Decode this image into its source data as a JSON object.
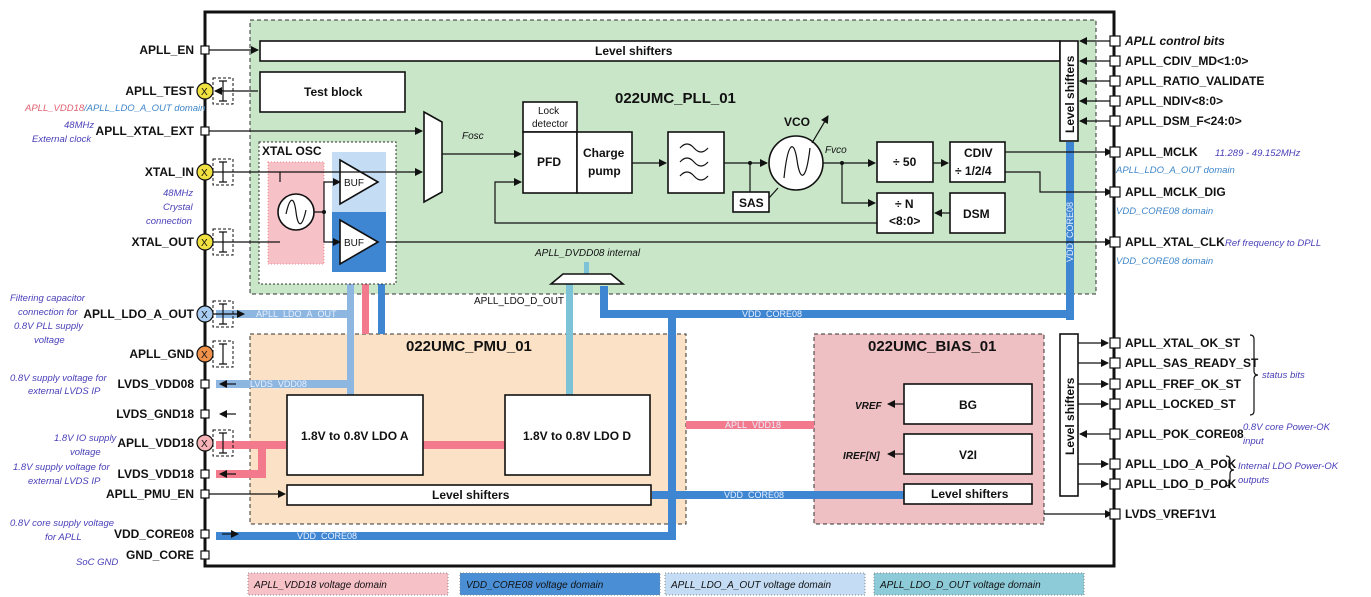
{
  "blocks": {
    "pll": {
      "title": "022UMC_PLL_01",
      "level_shifters": "Level shifters",
      "test_block": "Test block",
      "xtal_osc": "XTAL OSC",
      "buf": "BUF",
      "lock_detector_1": "Lock",
      "lock_detector_2": "detector",
      "pfd": "PFD",
      "charge_pump_1": "Charge",
      "charge_pump_2": "pump",
      "vco": "VCO",
      "sas": "SAS",
      "div50": "÷ 50",
      "cdiv_1": "CDIV",
      "cdiv_2": "÷ 1/2/4",
      "divn_1": "÷ N",
      "divn_2": "<8:0>",
      "dsm": "DSM",
      "fosc": "Fosc",
      "fvco": "Fvco",
      "dvdd_internal": "APLL_DVDD08 internal",
      "ldo_d_out": "APLL_LDO_D_OUT"
    },
    "pmu": {
      "title": "022UMC_PMU_01",
      "ldo_a": "1.8V to 0.8V LDO A",
      "ldo_d": "1.8V to 0.8V LDO D",
      "level_shifters": "Level shifters"
    },
    "bias": {
      "title": "022UMC_BIAS_01",
      "bg": "BG",
      "v2i": "V2I",
      "vref": "VREF",
      "iref": "IREF[N]",
      "level_shifters": "Level shifters"
    },
    "right_level_shifters": "Level shifters"
  },
  "buses": {
    "ldo_a_out": "APLL_LDO_A_OUT",
    "lvds_vdd08": "LVDS_VDD08",
    "vdd_core08_top": "VDD_CORE08",
    "vdd_core08_mid": "VDD_CORE08",
    "vdd_core08_bottom": "VDD_CORE08",
    "vdd_core08_vertical": "VDD_CORE08",
    "apll_vdd18": "APLL_VDD18"
  },
  "left_pins": [
    {
      "name": "APLL_EN"
    },
    {
      "name": "APLL_TEST"
    },
    {
      "name": "APLL_XTAL_EXT"
    },
    {
      "name": "XTAL_IN"
    },
    {
      "name": "XTAL_OUT"
    },
    {
      "name": "APLL_LDO_A_OUT"
    },
    {
      "name": "APLL_GND"
    },
    {
      "name": "LVDS_VDD08"
    },
    {
      "name": "LVDS_GND18"
    },
    {
      "name": "APLL_VDD18"
    },
    {
      "name": "LVDS_VDD18"
    },
    {
      "name": "APLL_PMU_EN"
    },
    {
      "name": "VDD_CORE08"
    },
    {
      "name": "GND_CORE"
    }
  ],
  "left_notes": {
    "test_domain_red": "APLL_VDD18",
    "test_domain_blue": "/APLL_LDO_A_OUT domain",
    "ext_clk_1": "48MHz",
    "ext_clk_2": "External clock",
    "xtal_1": "48MHz",
    "xtal_2": "Crystal",
    "xtal_3": "connection",
    "filt_1": "Filtering capacitor",
    "filt_2": "connection for",
    "filt_3": "0.8V PLL supply",
    "filt_4": "voltage",
    "lvds08_1": "0.8V supply voltage  for",
    "lvds08_2": "external LVDS IP",
    "io18_1": "1.8V IO supply",
    "io18_2": "voltage",
    "lvds18_1": "1.8V supply voltage for",
    "lvds18_2": "external LVDS IP",
    "core_1": "0.8V core supply voltage",
    "core_2": "for APLL",
    "gnd": "SoC GND"
  },
  "right_pins": [
    {
      "name": "APLL control bits"
    },
    {
      "name": "APLL_CDIV_MD<1:0>"
    },
    {
      "name": "APLL_RATIO_VALIDATE"
    },
    {
      "name": "APLL_NDIV<8:0>"
    },
    {
      "name": "APLL_DSM_F<24:0>"
    },
    {
      "name": "APLL_MCLK"
    },
    {
      "name": "APLL_MCLK_DIG"
    },
    {
      "name": "APLL_XTAL_CLK"
    },
    {
      "name": "APLL_XTAL_OK_ST"
    },
    {
      "name": "APLL_SAS_READY_ST"
    },
    {
      "name": "APLL_FREF_OK_ST"
    },
    {
      "name": "APLL_LOCKED_ST"
    },
    {
      "name": "APLL_POK_CORE08"
    },
    {
      "name": "APLL_LDO_A_POK"
    },
    {
      "name": "APLL_LDO_D_POK"
    },
    {
      "name": "LVDS_VREF1V1"
    }
  ],
  "right_notes": {
    "mclk_freq": "11.289 - 49.152MHz",
    "mclk_domain": "APLL_LDO_A_OUT domain",
    "mclk_dig_domain": "VDD_CORE08 domain",
    "xtal_clk_note": "Ref frequency to DPLL",
    "xtal_clk_domain": "VDD_CORE08 domain",
    "status": "status bits",
    "pok_1": "0.8V core Power-OK",
    "pok_2": "input",
    "ldo_pok_1": "Internal LDO Power-OK",
    "ldo_pok_2": "outputs"
  },
  "legend": [
    {
      "label": "APLL_VDD18 voltage domain",
      "color": "#f7c1c8"
    },
    {
      "label": "VDD_CORE08 voltage domain",
      "color": "#4a8fd6"
    },
    {
      "label": "APLL_LDO_A_OUT voltage domain",
      "color": "#c4ddf5"
    },
    {
      "label": "APLL_LDO_D_OUT voltage domain",
      "color": "#8ecbd9"
    }
  ],
  "colors": {
    "pll_bg": "#c9e6c9",
    "pmu_bg": "#fbe2c6",
    "bias_bg": "#eec0c3",
    "vdd18": "#f27a8c",
    "core08": "#3f86d2",
    "ldo_a": "#8db6e0",
    "ldo_d": "#7dc3d8",
    "pin_yellow": "#f0e040",
    "pin_blue": "#a9cdf2",
    "pin_orange": "#f0924a",
    "pin_pink": "#f5b3b8"
  }
}
